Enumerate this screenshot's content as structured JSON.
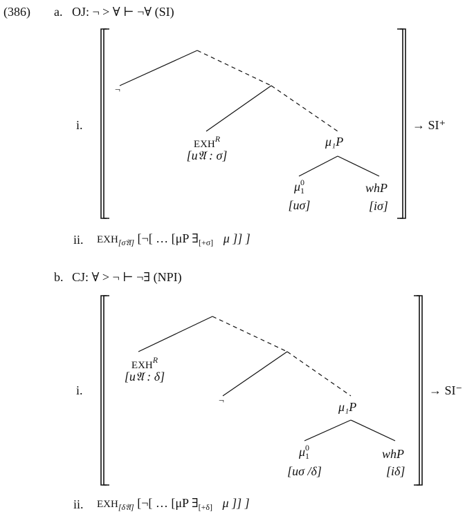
{
  "example_number": "(386)",
  "a": {
    "label": "a.",
    "heading": "OJ: ¬ > ∀ ⊢ ¬∀ (SI)",
    "i_label": "i.",
    "ii_label": "ii.",
    "result": "→ SI⁺",
    "nodes": {
      "neg": "¬",
      "exh": "EXH",
      "exh_sup": "R",
      "exh_feature": "[u𝔄 : σ]",
      "mu1p": "μ₁P",
      "mu10": "μ",
      "mu10_sup": "0",
      "mu10_sub": "1",
      "mu10_feature": "[uσ]",
      "whp": "whP",
      "whp_feature": "[iσ]"
    },
    "formula": {
      "exh": "EXH",
      "exh_sub": "[σ𝔄]",
      "body": "[¬[ … [μP  ∃",
      "exists_sub": "[+σ]",
      "tail": "μ ]] ]"
    }
  },
  "b": {
    "label": "b.",
    "heading": "CJ: ∀ > ¬ ⊢ ¬∃ (NPI)",
    "i_label": "i.",
    "ii_label": "ii.",
    "result": "→ SI⁻",
    "nodes": {
      "exh": "EXH",
      "exh_sup": "R",
      "exh_feature": "[u𝔄 : δ]",
      "neg": "¬",
      "mu1p": "μ₁P",
      "mu10": "μ",
      "mu10_sup": "0",
      "mu10_sub": "1",
      "mu10_feature": "[uσ /δ]",
      "whp": "whP",
      "whp_feature": "[iδ]"
    },
    "formula": {
      "exh": "EXH",
      "exh_sub": "[δ𝔄]",
      "body": "[¬[ … [μP  ∃",
      "exists_sub": "[+δ]",
      "tail": "μ ]] ]"
    }
  }
}
